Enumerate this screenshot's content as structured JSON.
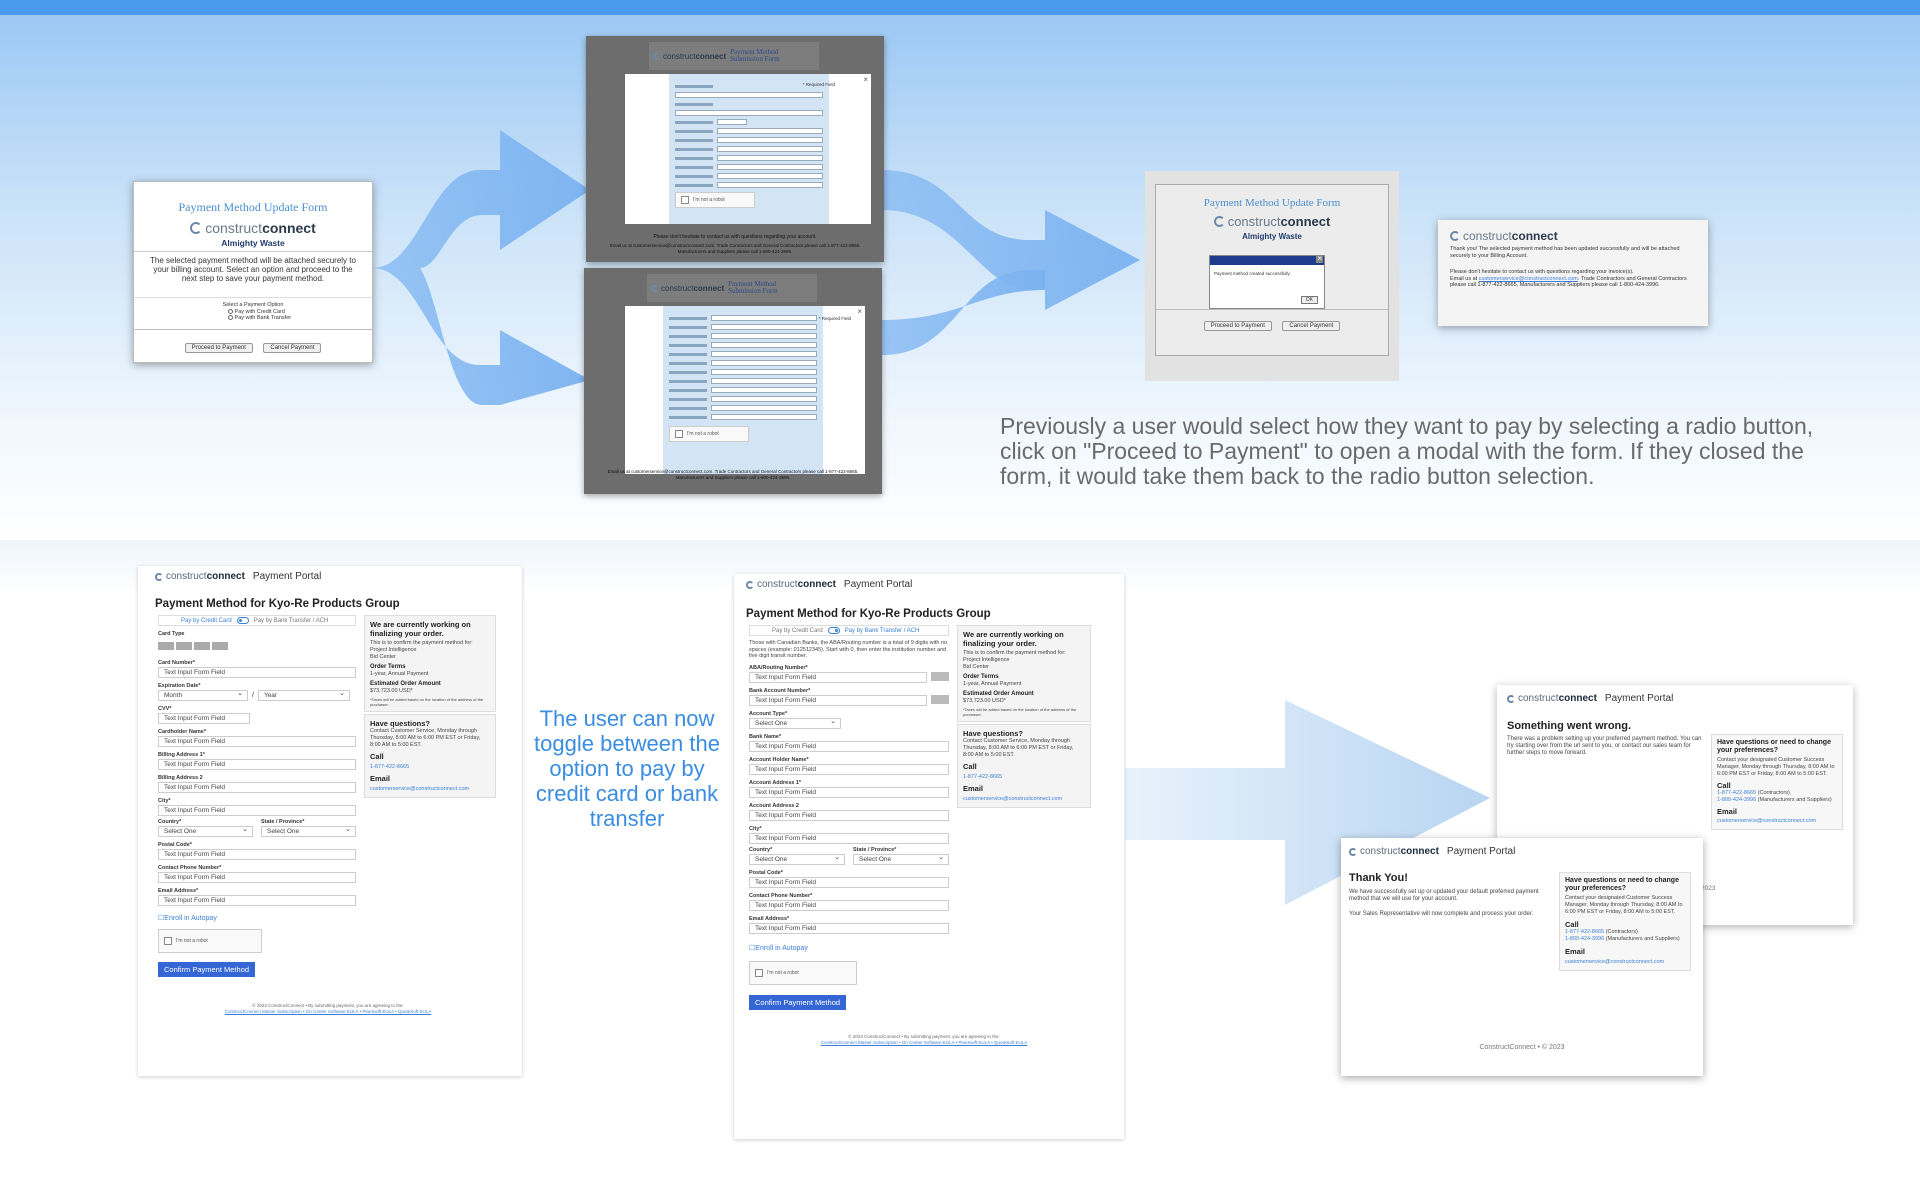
{
  "old_flow": {
    "form": {
      "title": "Payment Method Update Form",
      "logo_light": "construct",
      "logo_bold": "connect",
      "company": "Almighty Waste",
      "description": "The selected payment method will be attached securely to your billing account. Select an option and proceed to the next step to save your payment method.",
      "option_prompt": "Select a Payment Option",
      "option_card": "Pay with Credit Card",
      "option_bank": "Pay with Bank Transfer",
      "proceed_button": "Proceed to Payment",
      "cancel_button": "Cancel Payment"
    },
    "modal_card": {
      "header_title": "Payment Method Submission Form",
      "required": "* Required Field",
      "captcha": "I'm not a robot",
      "footer_line1": "Please don't hesitate to contact us with questions regarding your account.",
      "footer_line2": "Email us at customerservice@constructconnect.com. Trade Contractors and General Contractors please call 1-877-422-8665. Manufacturers and Suppliers please call 1-800-424-3996."
    },
    "modal_bank": {
      "header_title": "Payment Method Submission Form",
      "required": "* Required Field",
      "captcha": "I'm not a robot",
      "footer_line": "Email us at customerservice@constructconnect.com. Trade Contractors and General Contractors please call 1-877-422-8665. Manufacturers and Suppliers please call 1-800-424-3996."
    },
    "success_alert": {
      "message": "Payment method created successfully.",
      "ok_button": "OK"
    },
    "thank_you": {
      "line1": "Thank you! The selected payment method has been updated successfully and will be attached securely to your Billing Account.",
      "line2": "Please don't hesitate to contact us with questions regarding your invoice(s).",
      "email_prefix": "Email us at ",
      "email": "customerservice@constructconnect.com",
      "line3": ". Trade Contractors and General Contractors please call 1-877-422-8665, Manufacturers and Suppliers please call 1-800-424-3996."
    },
    "caption": "Previously a user would select how they want to pay by selecting a radio button, click on \"Proceed to Payment\" to open a modal with the form. If they closed the form, it would take them back to the radio button selection."
  },
  "new_flow": {
    "portal_label": "Payment Portal",
    "logo_light": "construct",
    "logo_bold": "connect",
    "page_title": "Payment Method for Kyo-Re Products Group",
    "toggle_card": "Pay by Credit Card",
    "toggle_bank": "Pay by Bank Transfer / ACH",
    "placeholder": "Text Input Form Field",
    "select_one": "Select One",
    "card_form": {
      "card_type": "Card Type",
      "card_number": "Card Number*",
      "expiration": "Expiration Date*",
      "month": "Month",
      "year": "Year",
      "slash": "/",
      "cvv": "CVV*",
      "cardholder": "Cardholder Name*",
      "billing1": "Billing Address 1*",
      "billing2": "Billing Address 2",
      "city": "City*",
      "country": "Country*",
      "state": "State / Province*",
      "postal": "Postal Code*",
      "phone": "Contact Phone Number*",
      "email": "Email Address*"
    },
    "bank_form": {
      "note": "Those with Canadian Banks, the ABA/Routing number is a total of 9 digits with no spaces (example: 012512345). Start with 0, then enter the institution number and five digit transit number.",
      "routing": "ABA/Routing Number*",
      "account_number": "Bank Account Number*",
      "account_type": "Account Type*",
      "bank_name": "Bank Name*",
      "holder": "Account Holder Name*",
      "address1": "Account Address 1*",
      "address2": "Account Address 2",
      "city": "City*",
      "country": "Country*",
      "state": "State / Province*",
      "postal": "Postal Code*",
      "phone": "Contact Phone Number*",
      "email": "Email Address*"
    },
    "enroll": "Enroll in Autopay",
    "captcha": "I'm not a robot",
    "confirm_button": "Confirm Payment Method",
    "sidebar": {
      "working_title": "We are currently working on finalizing your order.",
      "working_text": "This is to confirm the payment method for:",
      "product": "Project Intelligence",
      "product_sub": "Bid Center",
      "order_terms_label": "Order Terms",
      "order_terms": "1-year, Annual Payment",
      "amount_label": "Estimated Order Amount",
      "amount": "$73,723.00 USD*",
      "tax_note": "*Taxes will be added based on the location of the address of the purchaser.",
      "questions_title": "Have questions?",
      "questions_text": "Contact Customer Service, Monday through Thursday, 8:00 AM to 6:00 PM EST or Friday, 8:00 AM to 5:00 EST.",
      "call_label": "Call",
      "phone": "1-877-422-8665",
      "email_label": "Email",
      "email": "customerservice@constructconnect.com"
    },
    "footer_line1": "© 2023 ConstructConnect • By submitting payment, you are agreeing to the:",
    "footer_links": "ConstructConnect Master Subscription • On Center Software EULA • PlanSwift EULA • QuoteSoft EULA",
    "toggle_caption": "The user can now toggle between the option to pay by credit card or bank transfer",
    "error_page": {
      "title": "Something went wrong.",
      "text": "There was a problem setting up your preferred payment method. You can try starting over from the url sent to you, or contact our sales team for further steps to move forward.",
      "side_title": "Have questions or need to change your preferences?",
      "side_text": "Contact your designated Customer Success Manager, Monday through Thursday, 8:00 AM to 6:00 PM EST or Friday, 8:00 AM to 5:00 EST.",
      "call_label": "Call",
      "phone1": "1-877-422-8665",
      "phone1_note": "(Contractors)",
      "phone2": "1-800-424-3996",
      "phone2_note": "(Manufacturers and Suppliers)",
      "email_label": "Email",
      "email": "customerservice@constructconnect.com",
      "year": "2023"
    },
    "thanks_page": {
      "title": "Thank You!",
      "text1": "We have successfully set up or updated your default preferred payment method that we will use for your account.",
      "text2": "Your Sales Representative will now complete and process your order.",
      "side_title": "Have questions or need to change your preferences?",
      "side_text": "Contact your designated Customer Success Manager, Monday through Thursday, 8:00 AM to 6:00 PM EST or Friday, 8:00 AM to 5:00 EST.",
      "call_label": "Call",
      "phone1": "1-877-422-8665",
      "phone1_note": "(Contractors)",
      "phone2": "1-800-424-3996",
      "phone2_note": "(Manufacturers and Suppliers)",
      "email_label": "Email",
      "email": "customerservice@constructconnect.com",
      "footer": "ConstructConnect • © 2023"
    }
  },
  "colors": {
    "topbar": "#4a9af0",
    "arrow": "#8cbdf3",
    "link": "#3a7fd5",
    "confirm": "#3566d6",
    "caption_blue": "#3a8de0"
  }
}
